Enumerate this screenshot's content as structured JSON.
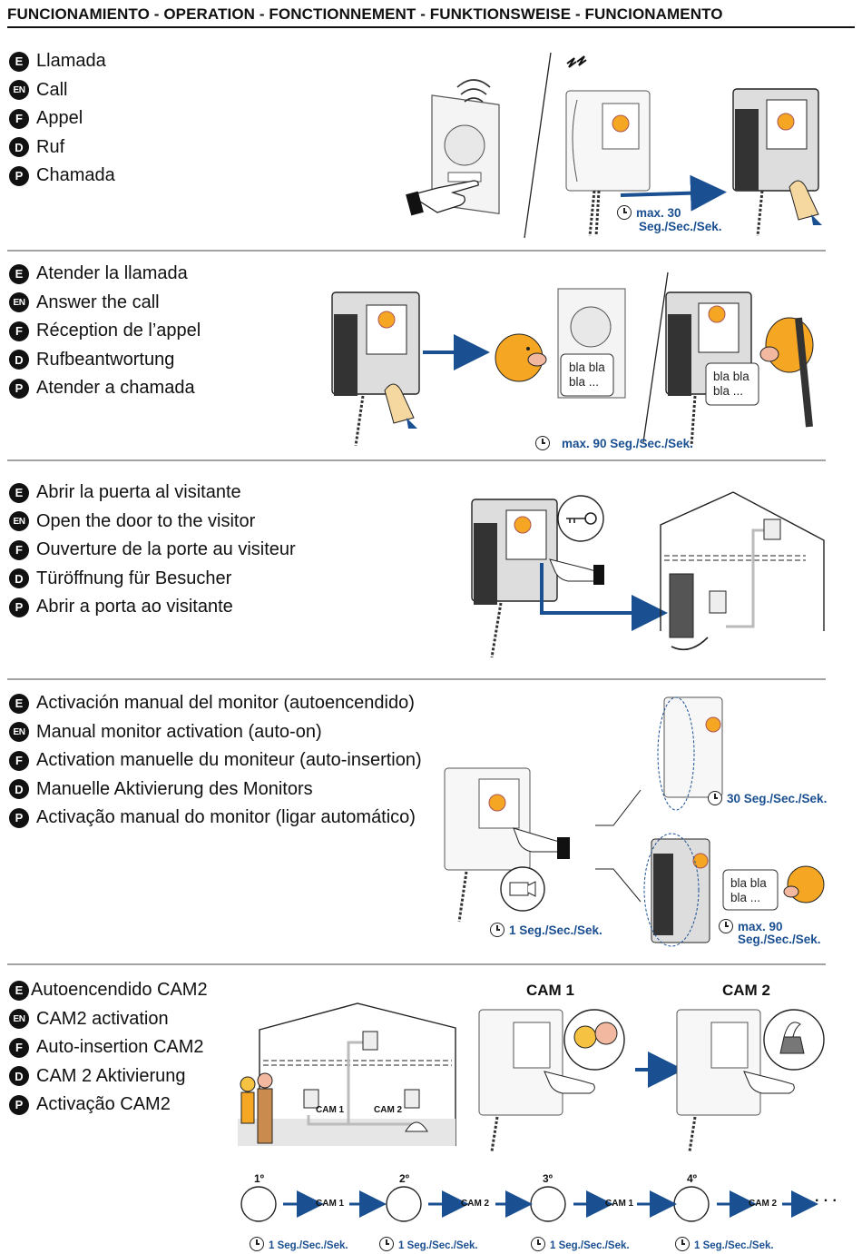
{
  "title": "FUNCIONAMIENTO - OPERATION - FONCTIONNEMENT - FUNKTIONSWEISE - FUNCIONAMENTO",
  "colors": {
    "accent": "#1a4f91",
    "text": "#111111",
    "face": "#f5a623"
  },
  "sections": [
    {
      "id": "call",
      "items": [
        {
          "code": "E",
          "label": "Llamada"
        },
        {
          "code": "EN",
          "label": "Call"
        },
        {
          "code": "F",
          "label": "Appel"
        },
        {
          "code": "D",
          "label": "Ruf"
        },
        {
          "code": "P",
          "label": "Chamada"
        }
      ],
      "time_label_1": "max. 30",
      "time_label_2": "Seg./Sec./Sek."
    },
    {
      "id": "answer",
      "items": [
        {
          "code": "E",
          "label": "Atender la llamada"
        },
        {
          "code": "EN",
          "label": "Answer the call"
        },
        {
          "code": "F",
          "label": "Réception de l’appel"
        },
        {
          "code": "D",
          "label": "Rufbeantwortung"
        },
        {
          "code": "P",
          "label": "Atender a chamada"
        }
      ],
      "speech_1": "bla bla",
      "speech_2": "bla ...",
      "time_label": "max. 90 Seg./Sec./Sek."
    },
    {
      "id": "door",
      "items": [
        {
          "code": "E",
          "label": "Abrir la puerta al visitante"
        },
        {
          "code": "EN",
          "label": "Open the door to the visitor"
        },
        {
          "code": "F",
          "label": "Ouverture de la porte au visiteur"
        },
        {
          "code": "D",
          "label": "Türöffnung für Besucher"
        },
        {
          "code": "P",
          "label": "Abrir a porta ao visitante"
        }
      ],
      "key_icon": "key-icon"
    },
    {
      "id": "manual",
      "items": [
        {
          "code": "E",
          "label": "Activación manual del monitor (autoencendido)"
        },
        {
          "code": "EN",
          "label": "Manual monitor activation (auto-on)"
        },
        {
          "code": "F",
          "label": "Activation manuelle du moniteur (auto-insertion)"
        },
        {
          "code": "D",
          "label": "Manuelle Aktivierung des Monitors"
        },
        {
          "code": "P",
          "label": "Activação manual do monitor (ligar automático)"
        }
      ],
      "time_30": "30 Seg./Sec./Sek.",
      "time_1": "1 Seg./Sec./Sek.",
      "time_90_1": "max. 90",
      "time_90_2": "Seg./Sec./Sek.",
      "speech_1": "bla bla",
      "speech_2": "bla ..."
    },
    {
      "id": "cam2",
      "items": [
        {
          "code": "E",
          "label": "Autoencendido CAM2"
        },
        {
          "code": "EN",
          "label": "CAM2 activation"
        },
        {
          "code": "F",
          "label": "Auto-insertion CAM2"
        },
        {
          "code": "D",
          "label": "CAM 2 Aktivierung"
        },
        {
          "code": "P",
          "label": "Activação CAM2"
        }
      ],
      "cam1_title": "CAM 1",
      "cam2_title": "CAM 2",
      "house_cam1": "CAM 1",
      "house_cam2": "CAM 2",
      "steps": [
        {
          "num": "1º",
          "cam": "CAM 1",
          "time": "1 Seg./Sec./Sek."
        },
        {
          "num": "2º",
          "cam": "CAM 2",
          "time": "1 Seg./Sec./Sek."
        },
        {
          "num": "3º",
          "cam": "CAM 1",
          "time": "1 Seg./Sec./Sek."
        },
        {
          "num": "4º",
          "cam": "CAM 2",
          "time": "1 Seg./Sec./Sek."
        }
      ],
      "continuation": "· · ·"
    }
  ]
}
